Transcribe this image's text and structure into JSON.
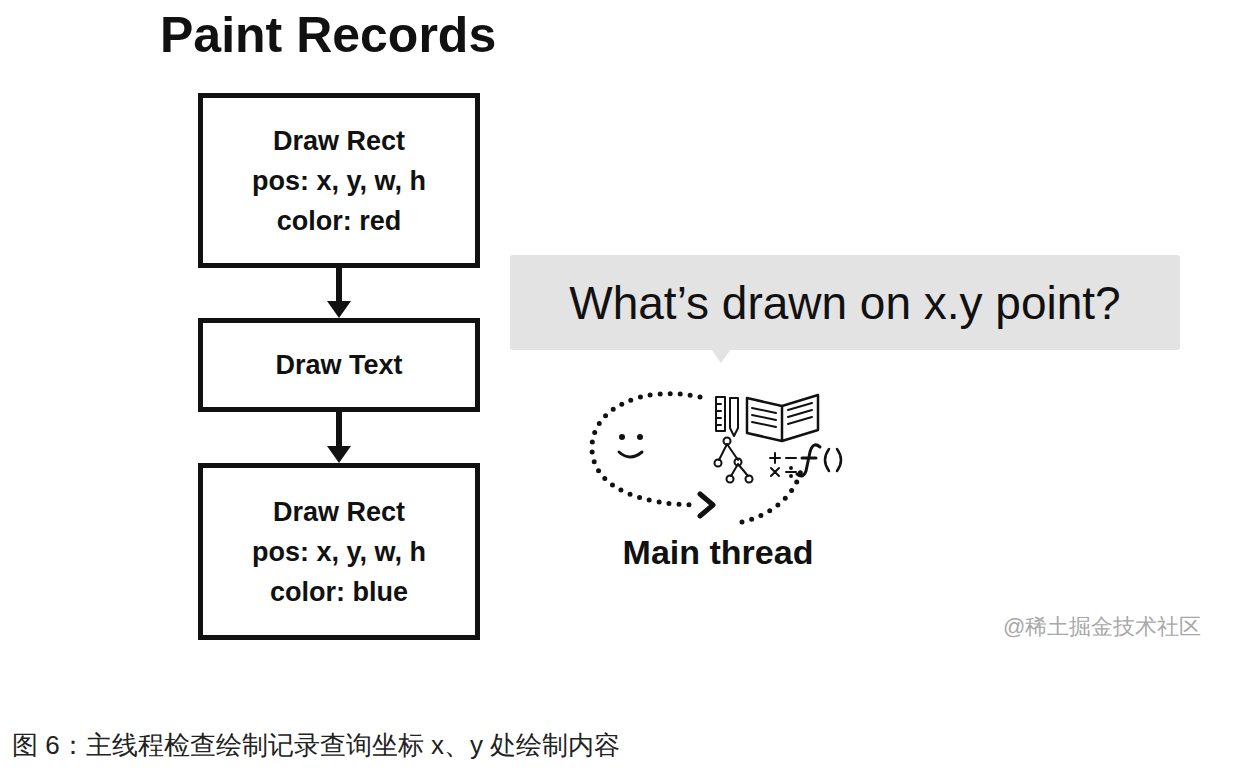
{
  "diagram": {
    "title": "Paint Records",
    "caption": "图 6：主线程检查绘制记录查询坐标 x、y 处绘制内容",
    "nodes": [
      {
        "text": [
          "Draw Rect",
          "pos: x, y, w, h",
          "color: red"
        ]
      },
      {
        "text": [
          "Draw Text"
        ]
      },
      {
        "text": [
          "Draw Rect",
          "pos: x, y, w, h",
          "color: blue"
        ]
      },
      {
        "text": [
          "What’s drawn on x.y point?"
        ]
      }
    ],
    "edges": [
      {
        "from": 0,
        "to": 1,
        "arrow": "to"
      },
      {
        "from": 1,
        "to": 2,
        "arrow": "to"
      }
    ],
    "labels": [
      "Main thread",
      "@稀土掘金技术社区"
    ]
  }
}
